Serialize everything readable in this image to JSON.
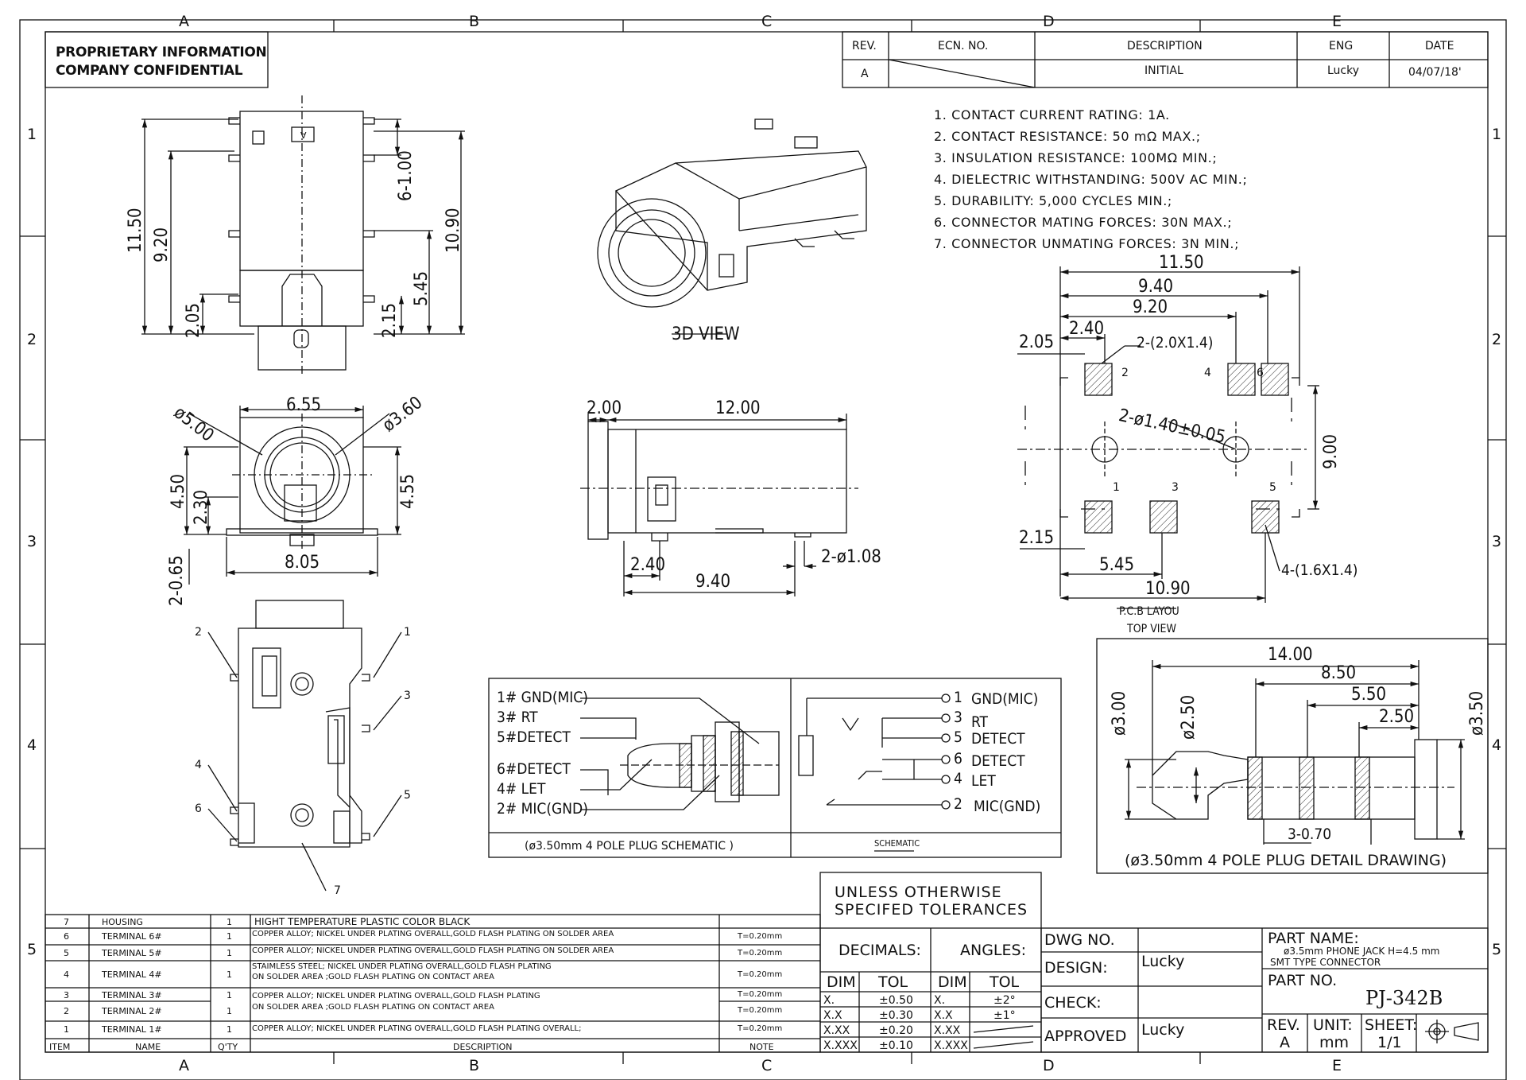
{
  "header": {
    "confidential_line1": "PROPRIETARY INFORMATION",
    "confidential_line2": "COMPANY CONFIDENTIAL"
  },
  "zones": {
    "columns": [
      "A",
      "B",
      "C",
      "D",
      "E"
    ],
    "rows": [
      "1",
      "2",
      "3",
      "4",
      "5"
    ]
  },
  "revision_table": {
    "headers": [
      "REV.",
      "ECN. NO.",
      "DESCRIPTION",
      "ENG",
      "DATE"
    ],
    "row": {
      "rev": "A",
      "ecn": "",
      "description": "INITIAL",
      "eng": "Lucky",
      "date": "04/07/18'"
    }
  },
  "notes": [
    "1. CONTACT CURRENT RATING: 1A.",
    "2. CONTACT RESISTANCE: 50 mΩ MAX.;",
    "3. INSULATION RESISTANCE: 100MΩ MIN.;",
    "4. DIELECTRIC WITHSTANDING: 500V AC MIN.;",
    "5. DURABILITY: 5,000 CYCLES MIN.;",
    "6. CONNECTOR MATING FORCES: 30N   MAX.;",
    "7. CONNECTOR UNMATING FORCES: 3N MIN.;"
  ],
  "top_view_dims": {
    "d1150": "11.50",
    "d920": "9.20",
    "d205": "2.05",
    "d610": "6-1.00",
    "d1090": "10.90",
    "d545": "5.45",
    "d215": "2.15",
    "marker": "A"
  },
  "view_3d_label": "3D VIEW",
  "front_view_dims": {
    "d655": "6.55",
    "d500": "ø5.00",
    "d360": "ø3.60",
    "d450": "4.50",
    "d230": "2.30",
    "d455": "4.55",
    "d805": "8.05",
    "d065": "2-0.65"
  },
  "side_view_dims": {
    "d200": "2.00",
    "d1200": "12.00",
    "d240": "2.40",
    "d940": "9.40",
    "d108": "2-ø1.08"
  },
  "pcb_layout": {
    "d1150": "11.50",
    "d940": "9.40",
    "d920": "9.20",
    "d240": "2.40",
    "d205": "2.05",
    "pad_top": "2-(2.0X1.4)",
    "holes": "2-ø1.40±0.05",
    "d900": "9.00",
    "d215": "2.15",
    "d545": "5.45",
    "d1090": "10.90",
    "pad_bottom": "4-(1.6X1.4)",
    "pin_labels": [
      "2",
      "4",
      "6",
      "1",
      "3",
      "5"
    ],
    "title1": "P.C.B LAYOU",
    "title2": "TOP VIEW"
  },
  "bottom_view_callouts": [
    "2",
    "1",
    "3",
    "4",
    "6",
    "5",
    "7"
  ],
  "plug_schematic": {
    "labels": [
      "1# GND(MIC)",
      "3# RT",
      "5#DETECT",
      "6#DETECT",
      "4# LET",
      "2# MIC(GND)"
    ],
    "caption": "(ø3.50mm 4 POLE PLUG SCHEMATIC )"
  },
  "schematic": {
    "pins": [
      "1",
      "3",
      "5",
      "6",
      "4",
      "2"
    ],
    "names": [
      "GND(MIC)",
      "RT",
      "DETECT",
      "DETECT",
      "LET",
      "MIC(GND)"
    ],
    "caption": "SCHEMATIC"
  },
  "plug_detail": {
    "d1400": "14.00",
    "d850": "8.50",
    "d550": "5.50",
    "d250": "2.50",
    "d300": "ø3.00",
    "dia250": "ø2.50",
    "dia350": "ø3.50",
    "d070": "3-0.70",
    "caption": "(ø3.50mm 4 POLE PLUG DETAIL DRAWING)"
  },
  "bom": {
    "headers": [
      "ITEM",
      "NAME",
      "Q'TY",
      "DESCRIPTION",
      "NOTE"
    ],
    "rows": [
      {
        "item": "7",
        "name": "HOUSING",
        "qty": "1",
        "desc": "HIGHT TEMPERATURE PLASTIC   COLOR BLACK",
        "desc2": "",
        "note": ""
      },
      {
        "item": "6",
        "name": "TERMINAL 6#",
        "qty": "1",
        "desc": "COPPER ALLOY; NICKEL UNDER PLATING OVERALL,GOLD FLASH PLATING ON SOLDER AREA",
        "desc2": "",
        "note": "T=0.20mm"
      },
      {
        "item": "5",
        "name": "TERMINAL 5#",
        "qty": "1",
        "desc": "COPPER ALLOY; NICKEL UNDER PLATING OVERALL,GOLD FLASH PLATING ON SOLDER AREA",
        "desc2": "",
        "note": "T=0.20mm"
      },
      {
        "item": "4",
        "name": "TERMINAL 4#",
        "qty": "1",
        "desc": "STAIMLESS STEEL; NICKEL UNDER PLATING OVERALL,GOLD FLASH PLATING",
        "desc2": "ON SOLDER AREA ;GOLD FLASH PLATING ON CONTACT AREA",
        "note": "T=0.20mm"
      },
      {
        "item": "3",
        "name": "TERMINAL 3#",
        "qty": "1",
        "desc": "COPPER ALLOY; NICKEL UNDER PLATING OVERALL,GOLD FLASH PLATING",
        "desc2": "ON SOLDER AREA ;GOLD FLASH PLATING ON CONTACT AREA",
        "note": "T=0.20mm"
      },
      {
        "item": "2",
        "name": "TERMINAL 2#",
        "qty": "1",
        "desc": "",
        "desc2": "",
        "note": "T=0.20mm"
      },
      {
        "item": "1",
        "name": "TERMINAL 1#",
        "qty": "1",
        "desc": "COPPER ALLOY; NICKEL UNDER PLATING OVERALL,GOLD FLASH PLATING OVERALL;",
        "desc2": "",
        "note": "T=0.20mm"
      }
    ]
  },
  "tolerances": {
    "title1": "UNLESS OTHERWISE",
    "title2": "SPECIFED TOLERANCES",
    "decimals": "DECIMALS:",
    "angles": "ANGLES:",
    "dim": "DIM",
    "tol": "TOL",
    "decimal_rows": [
      [
        "X.",
        "±0.50"
      ],
      [
        "X.X",
        "±0.30"
      ],
      [
        "X.XX",
        "±0.20"
      ],
      [
        "X.XXX",
        "±0.10"
      ]
    ],
    "angle_rows": [
      [
        "X.",
        "±2°"
      ],
      [
        "X.X",
        "±1°"
      ],
      [
        "X.XX",
        ""
      ],
      [
        "X.XXX",
        ""
      ]
    ]
  },
  "title_block": {
    "dwg_no": "DWG NO.",
    "design": "DESIGN:",
    "design_value": "Lucky",
    "check": "CHECK:",
    "approved": "APPROVED",
    "approved_value": "Lucky",
    "part_name_label": "PART NAME:",
    "part_name_1": "ø3.5mm PHONE JACK H=4.5 mm",
    "part_name_2": "SMT TYPE CONNECTOR",
    "part_no_label": "PART NO.",
    "part_no": "PJ-342B",
    "rev_label": "REV.",
    "rev_value": "A",
    "unit_label": "UNIT:",
    "unit_value": "mm",
    "sheet_label": "SHEET:",
    "sheet_value": "1/1"
  }
}
